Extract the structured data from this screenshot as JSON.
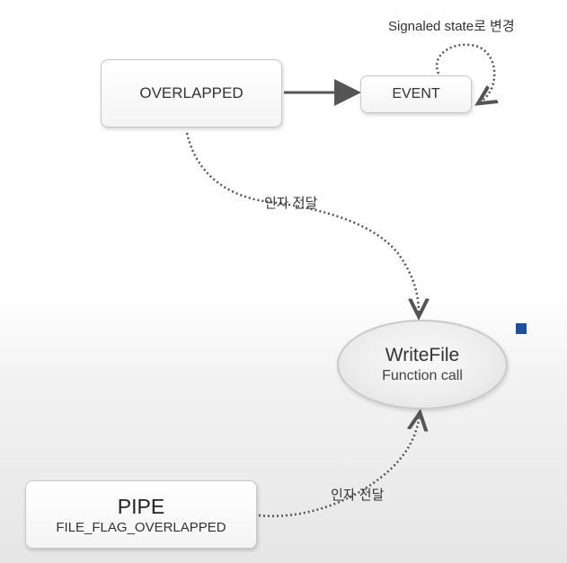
{
  "nodes": {
    "overlapped": "OVERLAPPED",
    "event": "EVENT",
    "writefile_title": "WriteFile",
    "writefile_subtitle": "Function call",
    "pipe_title": "PIPE",
    "pipe_flag": "FILE_FLAG_OVERLAPPED"
  },
  "labels": {
    "signaled": "Signaled state로 변경",
    "pass_argument_top": "인자 전달",
    "pass_argument_bottom": "인자 전달"
  },
  "colors": {
    "marker": "#1f4e9a",
    "arrow": "#555555"
  }
}
